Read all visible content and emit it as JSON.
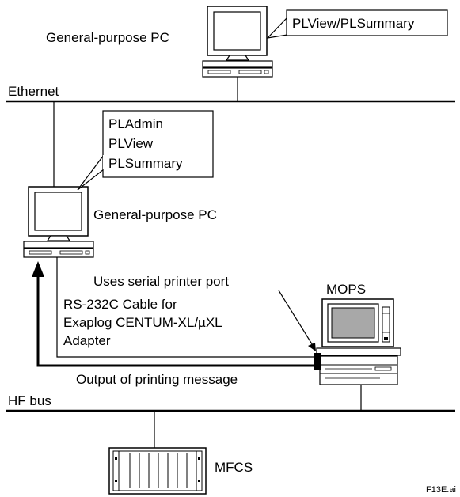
{
  "labels": {
    "ethernet": "Ethernet",
    "hf_bus": "HF bus",
    "pc_top": "General-purpose PC",
    "pc_left": "General-purpose PC",
    "mops": "MOPS",
    "mfcs": "MFCS",
    "serial_port": "Uses serial printer port",
    "cable_line1": "RS-232C Cable for",
    "cable_line2": "Exaplog CENTUM-XL/µXL",
    "cable_line3": "Adapter",
    "output_msg": "Output of printing message",
    "file_id": "F13E.ai"
  },
  "callouts": {
    "top_pc_software": [
      "PLView/PLSummary"
    ],
    "left_pc_software": [
      "PLAdmin",
      "PLView",
      "PLSummary"
    ]
  }
}
